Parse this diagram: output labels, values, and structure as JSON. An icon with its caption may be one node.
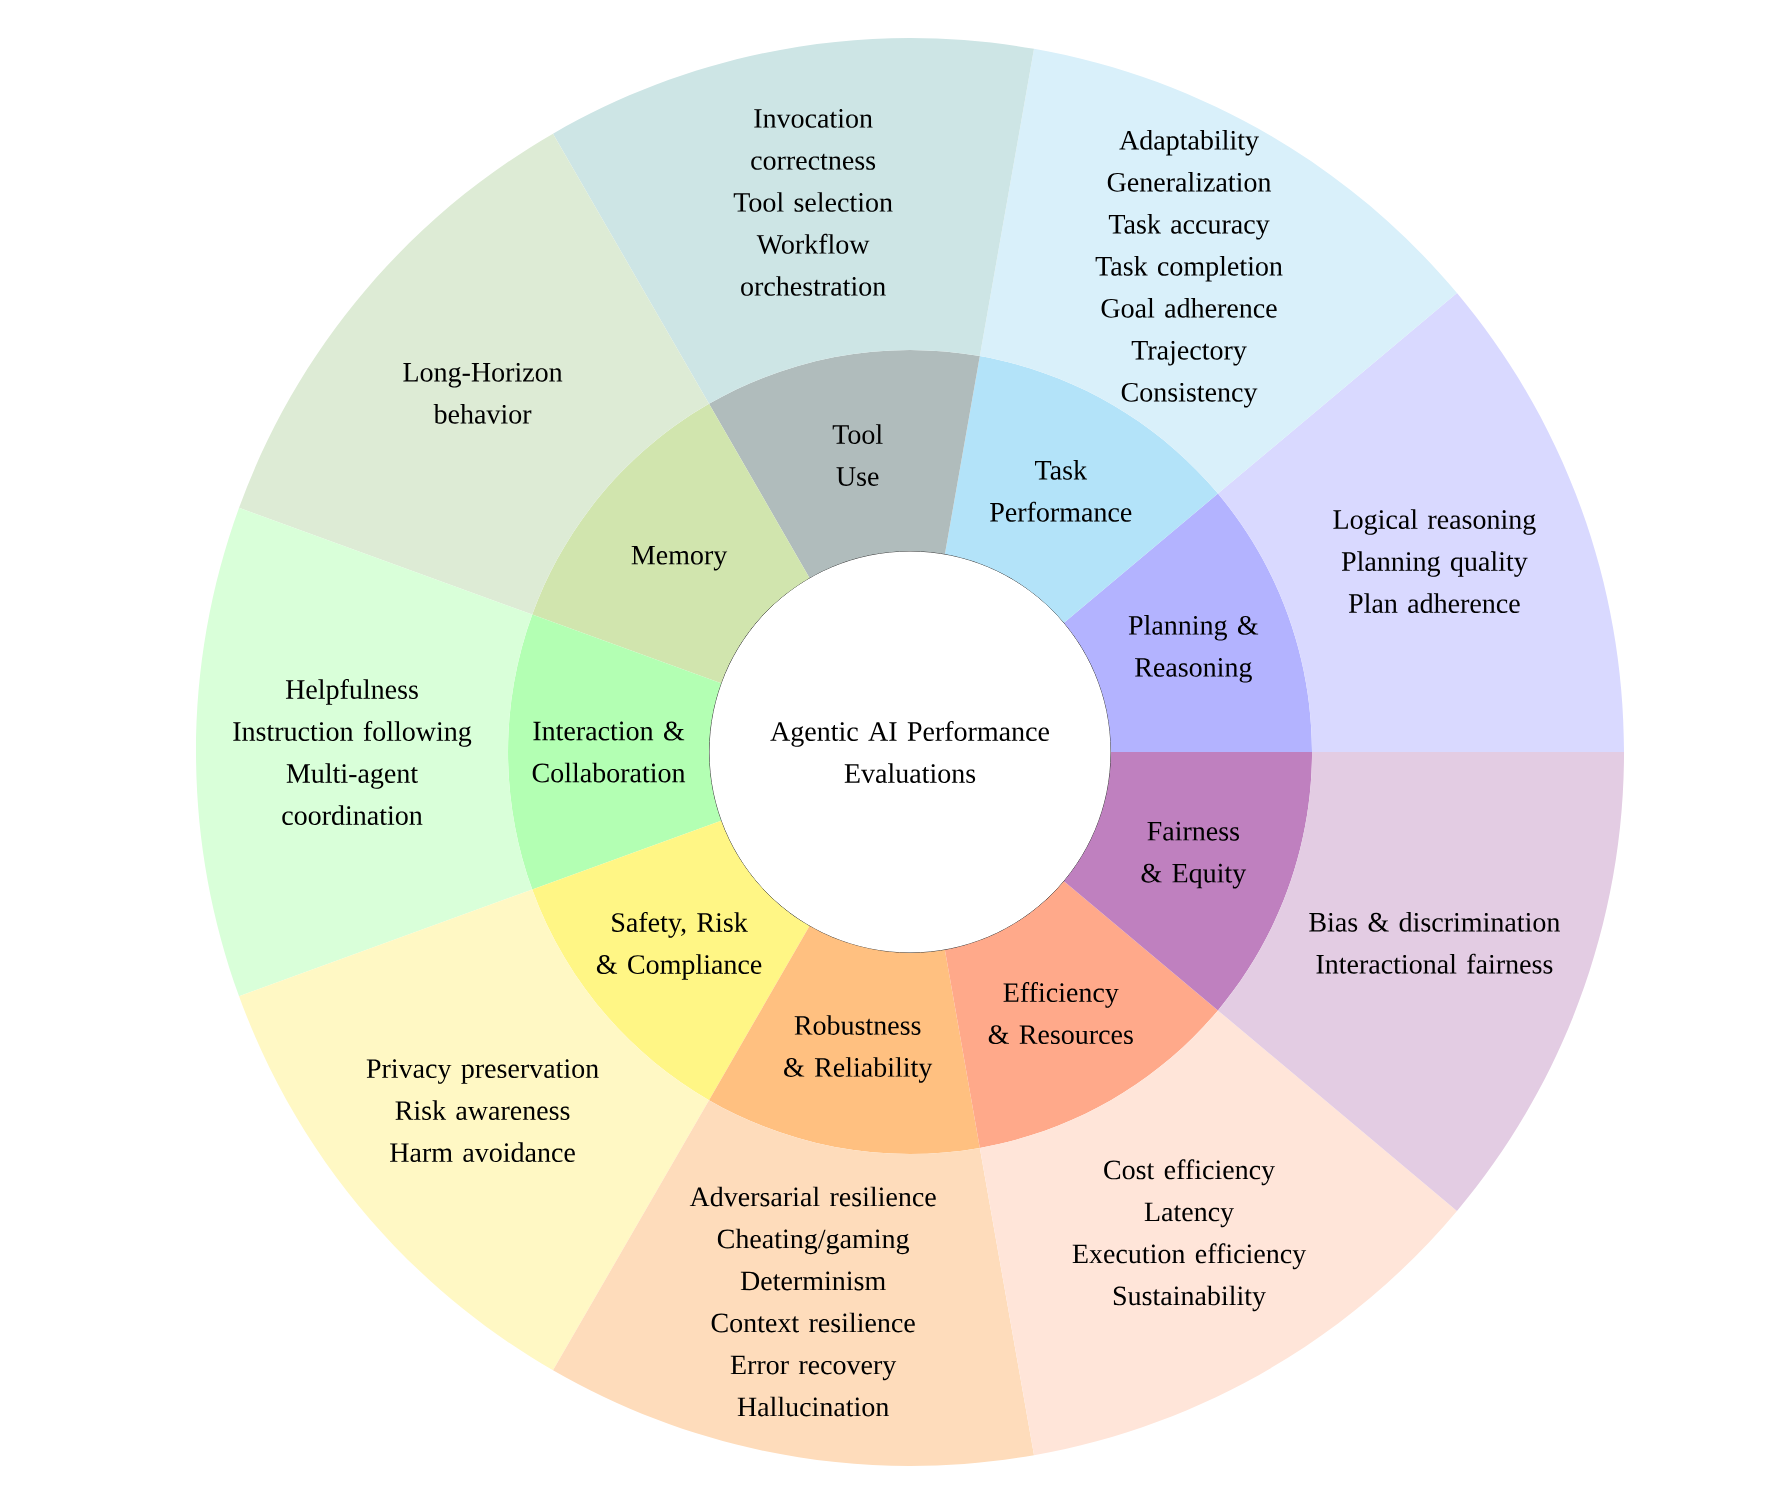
{
  "diagram": {
    "nodes": [
      {
        "text": [
          "Agentic AI Performance Evaluations"
        ]
      },
      {
        "text": [
          "Planning & Reasoning"
        ]
      },
      {
        "text": [
          "Task Performance"
        ]
      },
      {
        "text": [
          "Tool Use"
        ]
      },
      {
        "text": [
          "Memory"
        ]
      },
      {
        "text": [
          "Interaction & Collaboration"
        ]
      },
      {
        "text": [
          "Safety, Risk & Compliance"
        ]
      },
      {
        "text": [
          "Robustness & Reliability"
        ]
      },
      {
        "text": [
          "Efficiency & Resources"
        ]
      },
      {
        "text": [
          "Fairness & Equity"
        ]
      },
      {
        "text": [
          "Logical reasoning",
          "Planning quality",
          "Plan adherence"
        ]
      },
      {
        "text": [
          "Adaptability",
          "Generalization",
          "Task accuracy",
          "Task completion",
          "Goal adherence",
          "Trajectory",
          "Consistency"
        ]
      },
      {
        "text": [
          "Invocation correctness",
          "Tool selection",
          "Workflow orchestration"
        ]
      },
      {
        "text": [
          "Long-Horizon behavior"
        ]
      },
      {
        "text": [
          "Helpfulness",
          "Instruction following",
          "Multi-agent coordination"
        ]
      },
      {
        "text": [
          "Privacy preservation",
          "Risk awareness",
          "Harm avoidance"
        ]
      },
      {
        "text": [
          "Adversarial resilience",
          "Cheating/gaming",
          "Determinism",
          "Context resilience",
          "Error recovery",
          "Hallucination"
        ]
      },
      {
        "text": [
          "Cost efficiency",
          "Latency",
          "Execution efficiency",
          "Sustainability"
        ]
      },
      {
        "text": [
          "Bias & discrimination",
          "Interactional fairness"
        ]
      }
    ]
  }
}
